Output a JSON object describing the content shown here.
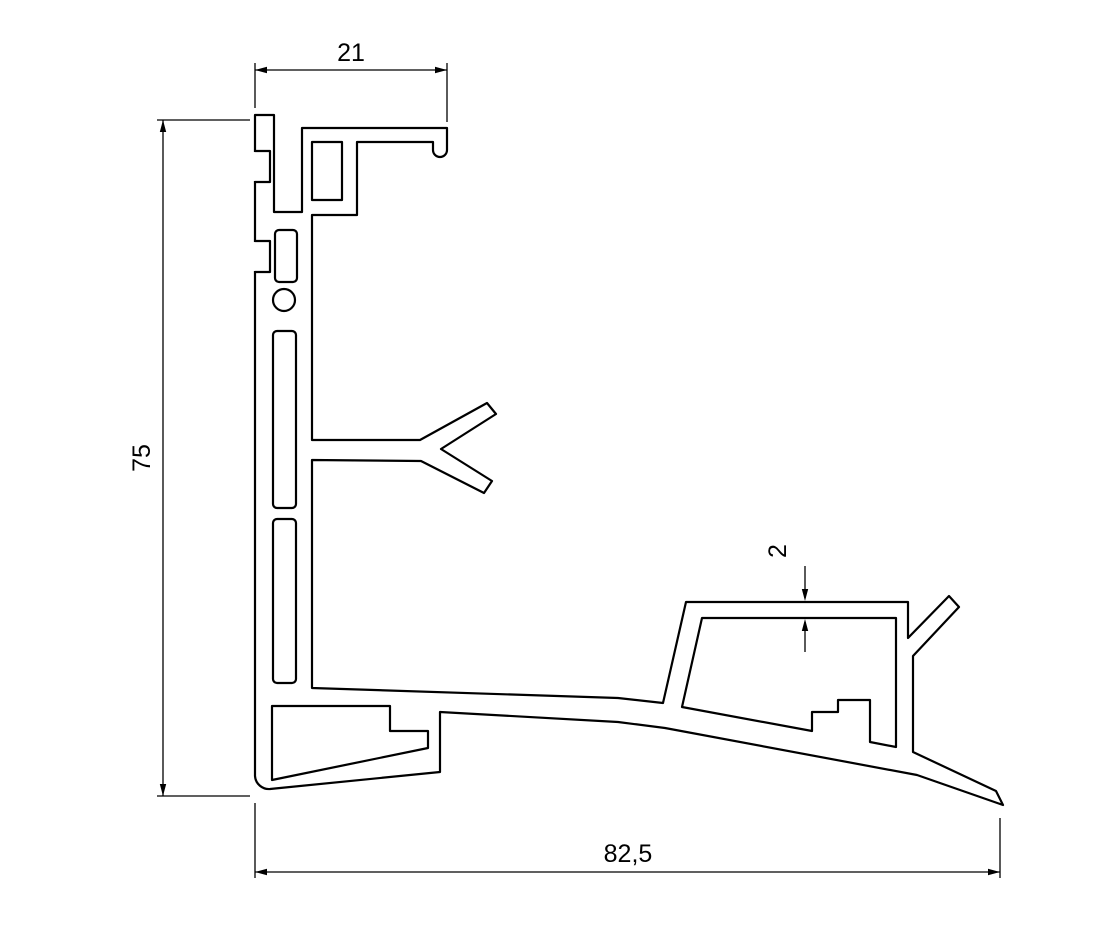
{
  "drawing": {
    "type": "technical-cross-section",
    "background_color": "#ffffff",
    "line_color": "#000000",
    "dimensions": {
      "top_width": "21",
      "left_height": "75",
      "wall_thickness": "2",
      "bottom_width": "82,5"
    }
  }
}
